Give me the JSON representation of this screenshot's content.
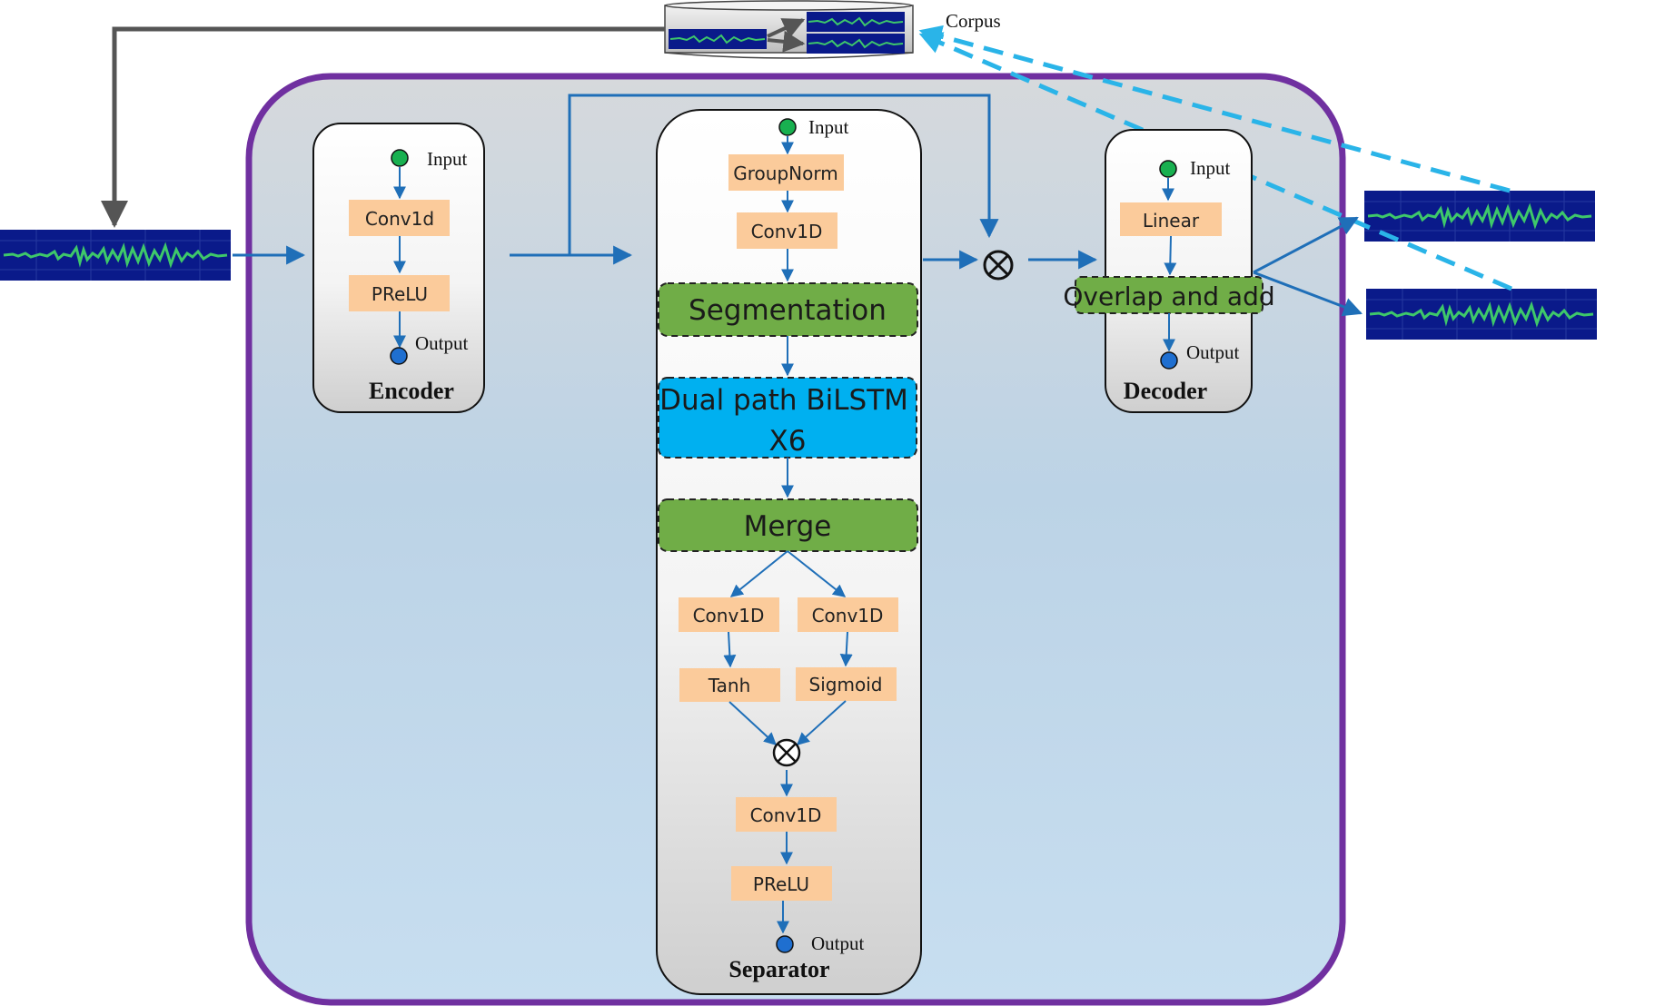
{
  "colors": {
    "outer_border": "#7030a0",
    "orange_box": "#fbcb9b",
    "green_box": "#70ad47",
    "blue_box": "#00b0f0",
    "arrow": "#1f6fb8",
    "dashed_arrow": "#2ab4e8",
    "gray_arrow": "#555555",
    "input_dot": "#18b050",
    "output_dot": "#1f6fd0",
    "wave_bg": "#0a1a8a",
    "wave_fg": "#3ec86a"
  },
  "corpus": {
    "label": "Corpus"
  },
  "encoder": {
    "title": "Encoder",
    "input_label": "Input",
    "output_label": "Output",
    "steps": [
      "Conv1d",
      "PReLU"
    ]
  },
  "separator": {
    "title": "Separator",
    "input_label": "Input",
    "output_label": "Output",
    "groupnorm": "GroupNorm",
    "conv1d_top": "Conv1D",
    "segmentation": "Segmentation",
    "dual_path_line1": "Dual path BiLSTM",
    "dual_path_line2": "X6",
    "merge": "Merge",
    "left_conv": "Conv1D",
    "right_conv": "Conv1D",
    "tanh": "Tanh",
    "sigmoid": "Sigmoid",
    "conv1d_bottom": "Conv1D",
    "prelu": "PReLU"
  },
  "decoder": {
    "title": "Decoder",
    "input_label": "Input",
    "output_label": "Output",
    "linear": "Linear",
    "overlap_add": "Overlap and add"
  },
  "multiply_symbol": "⊗"
}
